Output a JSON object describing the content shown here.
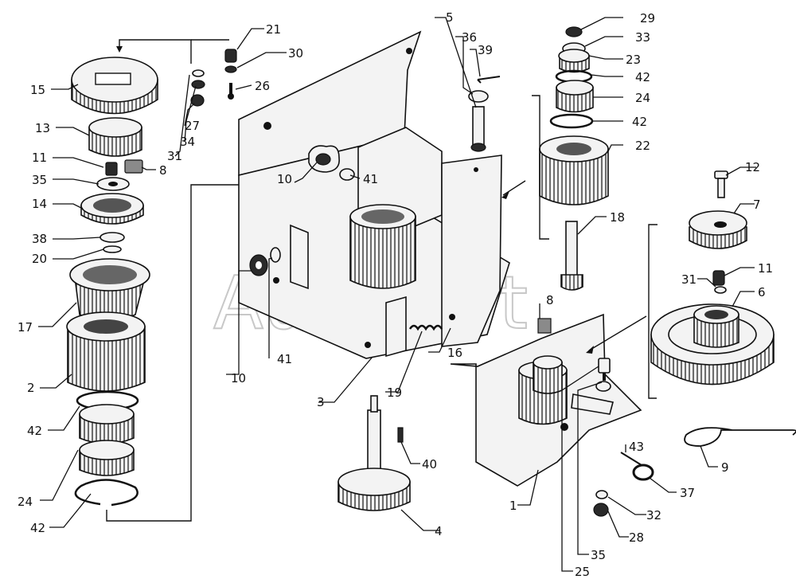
{
  "watermark": "AutoSoft",
  "callouts": [
    {
      "id": "c21a",
      "text": "21"
    },
    {
      "id": "c30",
      "text": "30"
    },
    {
      "id": "c26",
      "text": "26"
    },
    {
      "id": "c15",
      "text": "15"
    },
    {
      "id": "c13",
      "text": "13"
    },
    {
      "id": "c27",
      "text": "27"
    },
    {
      "id": "c34",
      "text": "34"
    },
    {
      "id": "c31a",
      "text": "31"
    },
    {
      "id": "c11a",
      "text": "11"
    },
    {
      "id": "c8a",
      "text": "8"
    },
    {
      "id": "c35a",
      "text": "35"
    },
    {
      "id": "c14",
      "text": "14"
    },
    {
      "id": "c38",
      "text": "38"
    },
    {
      "id": "c20",
      "text": "20"
    },
    {
      "id": "c17",
      "text": "17"
    },
    {
      "id": "c2",
      "text": "2"
    },
    {
      "id": "c42a",
      "text": "42"
    },
    {
      "id": "c24a",
      "text": "24"
    },
    {
      "id": "c42b",
      "text": "42"
    },
    {
      "id": "c10a",
      "text": "10"
    },
    {
      "id": "c41a",
      "text": "41"
    },
    {
      "id": "c10b",
      "text": "10"
    },
    {
      "id": "c41b",
      "text": "41"
    },
    {
      "id": "c3",
      "text": "3"
    },
    {
      "id": "c5",
      "text": "5"
    },
    {
      "id": "c36",
      "text": "36"
    },
    {
      "id": "c39",
      "text": "39"
    },
    {
      "id": "c16",
      "text": "16"
    },
    {
      "id": "c19",
      "text": "19"
    },
    {
      "id": "c8b",
      "text": "8"
    },
    {
      "id": "c40",
      "text": "40"
    },
    {
      "id": "c4",
      "text": "4"
    },
    {
      "id": "c29",
      "text": "29"
    },
    {
      "id": "c33",
      "text": "33"
    },
    {
      "id": "c23",
      "text": "23"
    },
    {
      "id": "c42c",
      "text": "42"
    },
    {
      "id": "c24b",
      "text": "24"
    },
    {
      "id": "c42d",
      "text": "42"
    },
    {
      "id": "c22",
      "text": "22"
    },
    {
      "id": "c18",
      "text": "18"
    },
    {
      "id": "c12",
      "text": "12"
    },
    {
      "id": "c7",
      "text": "7"
    },
    {
      "id": "c11b",
      "text": "11"
    },
    {
      "id": "c31b",
      "text": "31"
    },
    {
      "id": "c6",
      "text": "6"
    },
    {
      "id": "c9",
      "text": "9"
    },
    {
      "id": "c43",
      "text": "43"
    },
    {
      "id": "c37",
      "text": "37"
    },
    {
      "id": "c32",
      "text": "32"
    },
    {
      "id": "c28",
      "text": "28"
    },
    {
      "id": "c1",
      "text": "1"
    },
    {
      "id": "c35b",
      "text": "35"
    },
    {
      "id": "c25",
      "text": "25"
    }
  ]
}
